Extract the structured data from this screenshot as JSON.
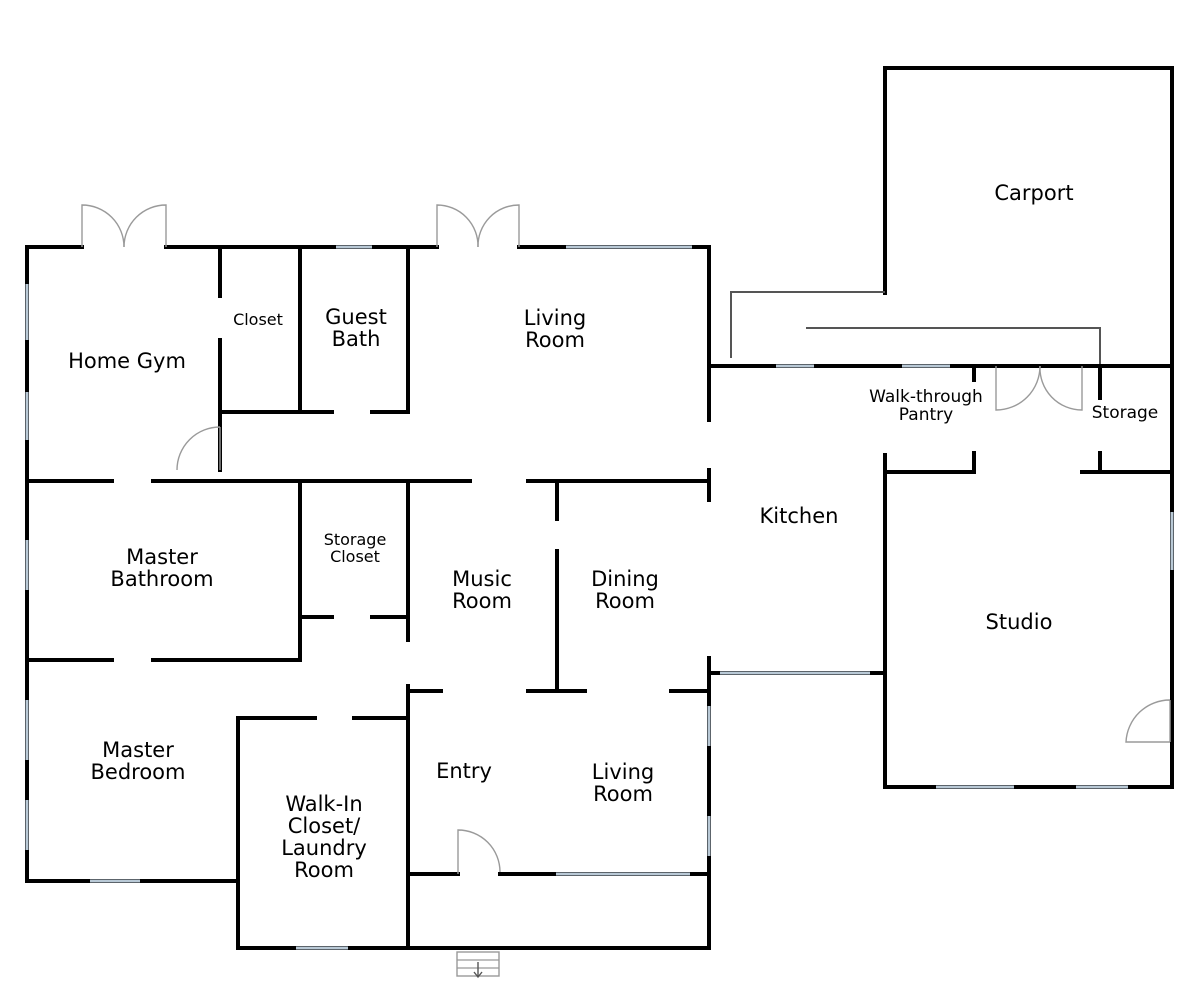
{
  "rooms": {
    "carport": "Carport",
    "home_gym": "Home Gym",
    "closet": "Closet",
    "guest_bath": "Guest\nBath",
    "living_room_top": "Living\nRoom",
    "walk_through_pantry": "Walk-through\nPantry",
    "storage": "Storage",
    "master_bathroom": "Master\nBathroom",
    "storage_closet": "Storage\nCloset",
    "music_room": "Music\nRoom",
    "dining_room": "Dining\nRoom",
    "kitchen": "Kitchen",
    "studio": "Studio",
    "master_bedroom": "Master\nBedroom",
    "entry": "Entry",
    "living_room_bottom": "Living\nRoom",
    "walk_in_closet": "Walk-In\nCloset/\nLaundry\nRoom"
  }
}
